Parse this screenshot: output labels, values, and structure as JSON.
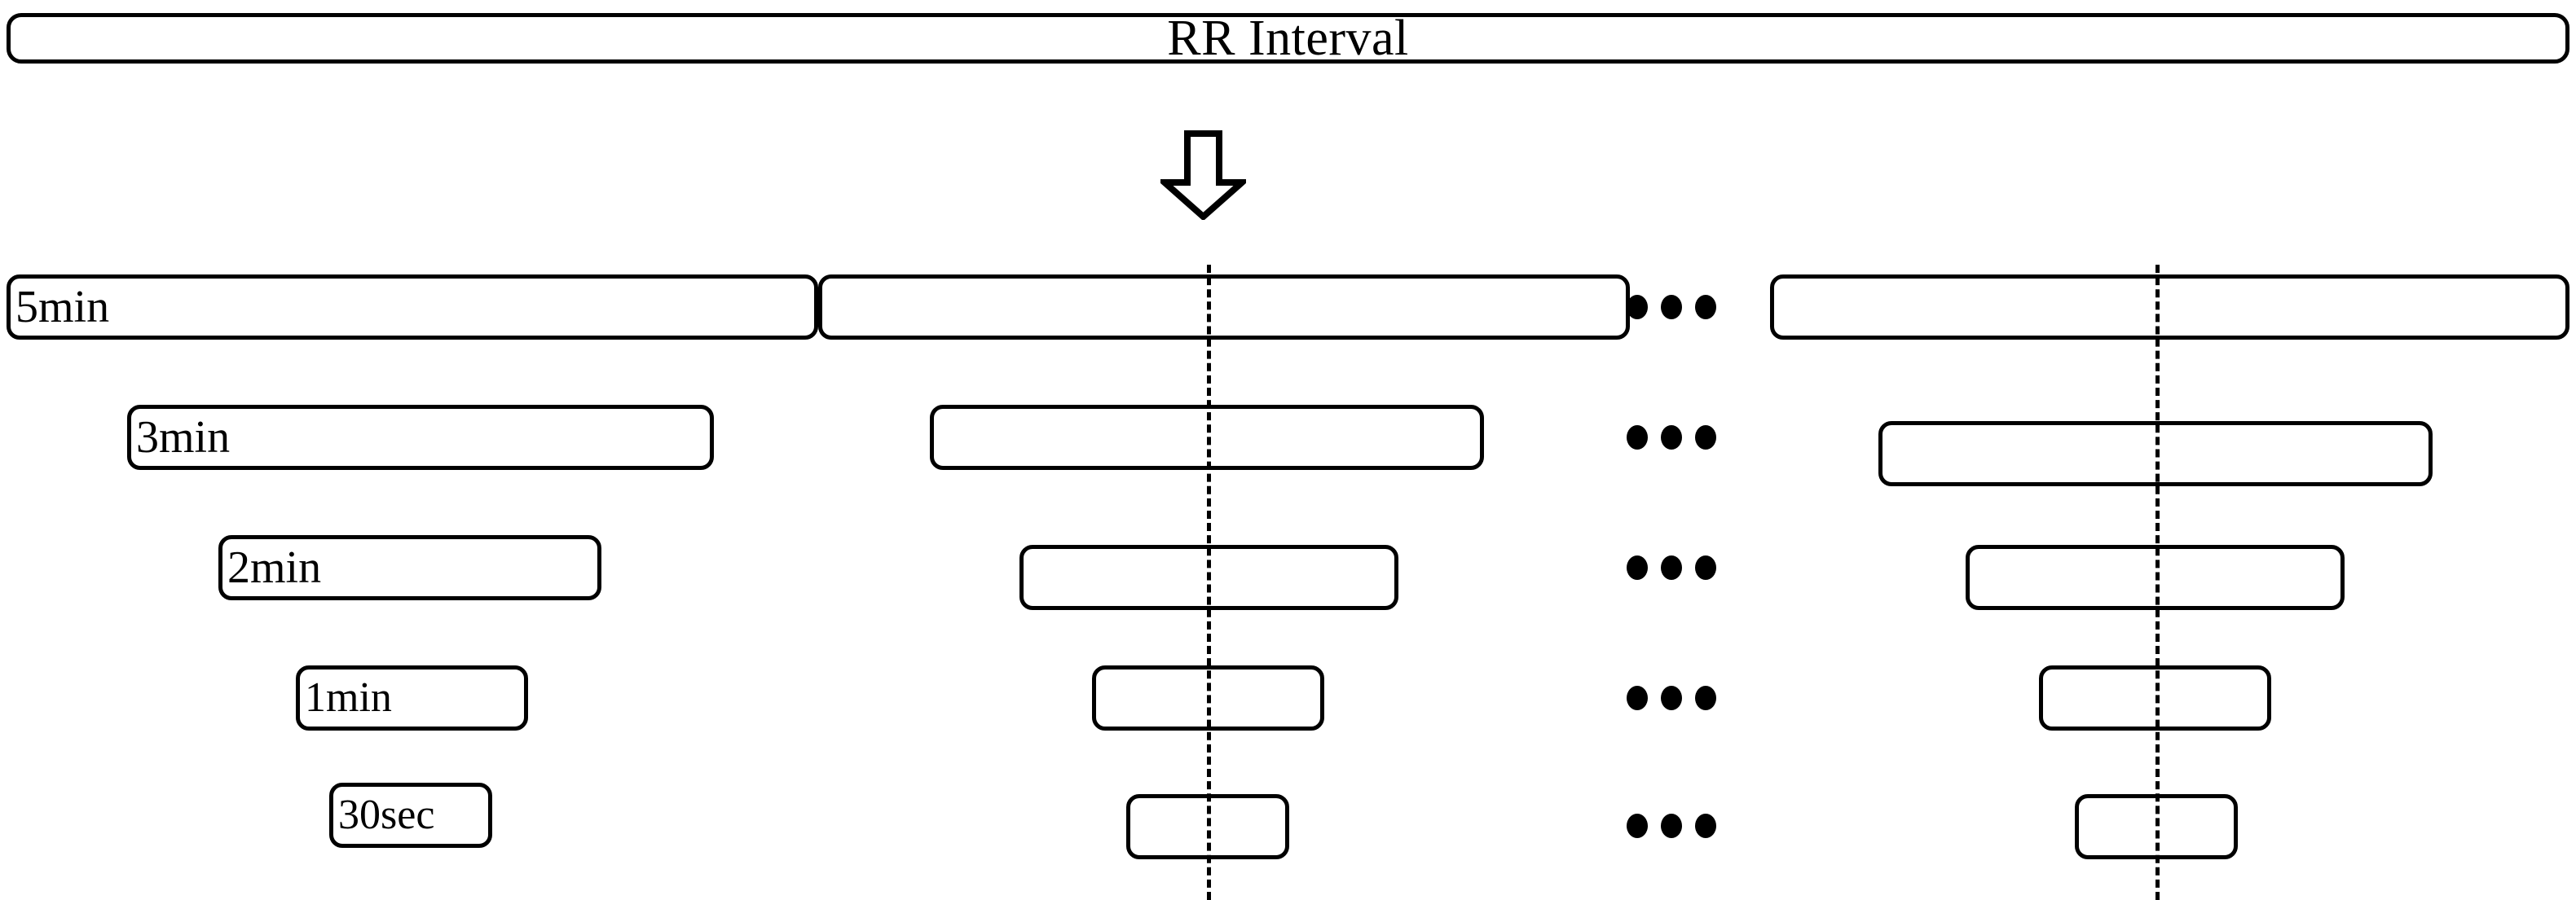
{
  "figure": {
    "type": "diagram",
    "description": "Sliding window segmentation of an RR interval series into multi-scale windows",
    "banner": {
      "label": "RR Interval"
    },
    "flow_arrow": {
      "icon": "down-arrow-icon",
      "direction": "down"
    },
    "ellipsis": {
      "glyph": "•••",
      "dot_count": 3
    },
    "scales": [
      {
        "label": "5min",
        "icon": "window-box-icon"
      },
      {
        "label": "3min",
        "icon": "window-box-icon"
      },
      {
        "label": "2min",
        "icon": "window-box-icon"
      },
      {
        "label": "1min",
        "icon": "window-box-icon"
      },
      {
        "label": "30sec",
        "icon": "window-box-icon"
      }
    ],
    "columns": [
      {
        "name": "first-segment",
        "labelled": true
      },
      {
        "name": "second-segment",
        "labelled": false
      },
      {
        "name": "last-segment",
        "labelled": false
      }
    ],
    "colors": {
      "stroke": "#000000",
      "background": "#ffffff",
      "dash": "#000000"
    }
  }
}
